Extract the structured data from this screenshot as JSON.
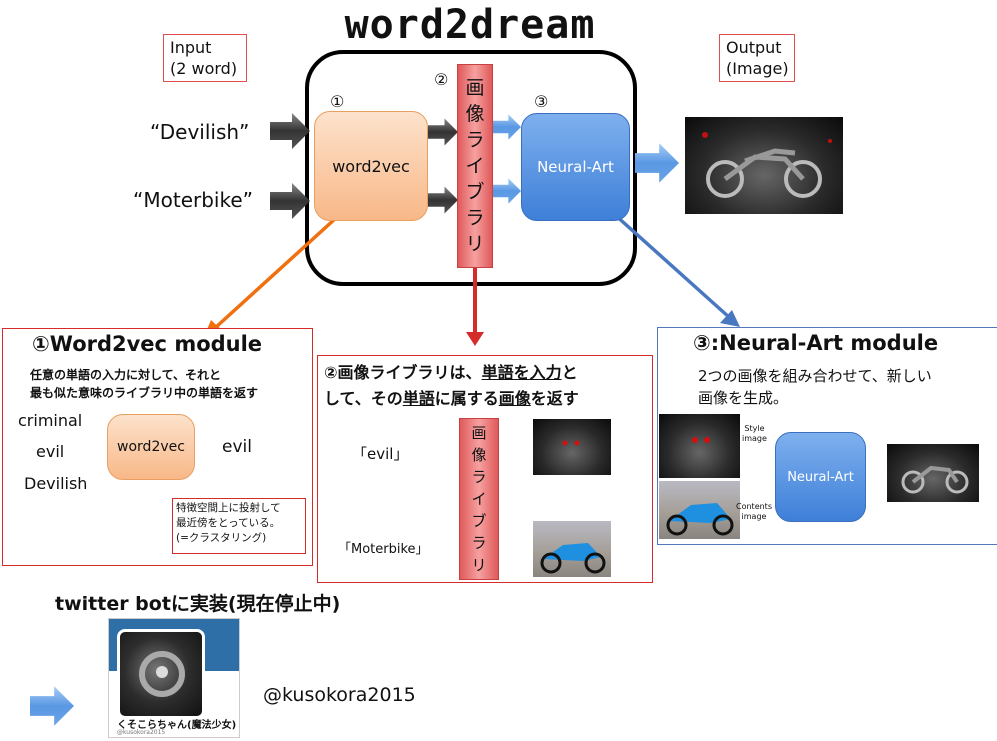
{
  "title": "word2dream",
  "input_label": "Input\n(2 word)",
  "output_label": "Output\n(Image)",
  "inputs": {
    "word1": "“Devilish”",
    "word2": "“Moterbike”"
  },
  "steps": {
    "n1": "①",
    "n2": "②",
    "n3": "③"
  },
  "word2vec_label": "word2vec",
  "library_label": "画像ライブラリ",
  "neural_art_label": "Neural-Art",
  "panel1": {
    "title": "①Word2vec module",
    "desc": "任意の単語の入力に対して、それと\n最も似た意味のライブラリ中の単語を返す",
    "words": [
      "criminal",
      "evil",
      "Devilish"
    ],
    "box": "word2vec",
    "output": "evil",
    "note": "特徴空間上に投射して\n最近傍をとっている。\n(=クラスタリング)"
  },
  "panel2": {
    "title_line1_a": "②画像ライブラリは、",
    "title_line1_u": "単語を入力",
    "title_line1_b": "と",
    "title_line2_a": "して、その",
    "title_line2_u1": "単語",
    "title_line2_b": "に属する",
    "title_line2_u2": "画像",
    "title_line2_c": "を返す",
    "input1": "「evil」",
    "input2": "「Moterbike」",
    "library": "画像ライブラリ"
  },
  "panel3": {
    "title": "③:Neural-Art module",
    "desc": "2つの画像を組み合わせて、新しい\n画像を生成。",
    "style_label": "Style\nimage",
    "contents_label": "Contents\nimage",
    "box": "Neural-Art"
  },
  "twitter": {
    "heading": "twitter botに実装(現在停止中)",
    "caption": "くそこらちゃん(魔法少女)",
    "sub": "@kusokora2015",
    "handle": "@kusokora2015"
  },
  "colors": {
    "red": "#d62b2b",
    "orange_arrow": "#f07010",
    "blue_arrow": "#4a78c0",
    "light_blue_arrow": "#6aa3e6",
    "dark_arrow": "#444444"
  }
}
